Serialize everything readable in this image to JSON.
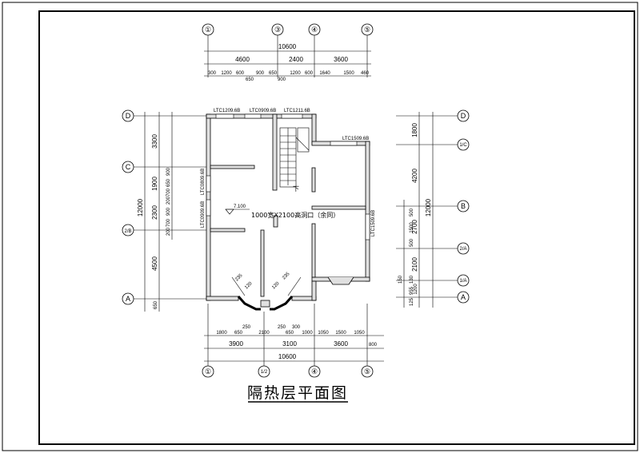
{
  "drawing": {
    "title": "隔热层平面图",
    "center_note": "1000宽X2100高洞口（余同）",
    "elevation": "7.100",
    "stair_label": "下"
  },
  "axes": {
    "top": [
      "①",
      "③",
      "④",
      "⑤"
    ],
    "bottom": [
      "①",
      "1/2",
      "④",
      "⑤"
    ],
    "left": [
      "D",
      "C",
      "2/B",
      "A"
    ],
    "right": [
      "D",
      "1/C",
      "B",
      "2/A",
      "1/A",
      "A"
    ]
  },
  "dims": {
    "top_total": "10600",
    "top_mid": [
      "4600",
      "2400",
      "3600"
    ],
    "top_detail": [
      "300",
      "1200",
      "600",
      "650",
      "900",
      "650",
      "900",
      "1200",
      "600",
      "1640",
      "1500",
      "460"
    ],
    "bottom_detail": [
      "1800",
      "650",
      "250",
      "2100",
      "250",
      "650",
      "300",
      "1000",
      "1050",
      "1500",
      "1050"
    ],
    "bottom_mid": [
      "3900",
      "3100",
      "3600",
      "800"
    ],
    "bottom_total": "10600",
    "left_total": "12000",
    "left_main": [
      "3300",
      "1900",
      "2300",
      "4500",
      "650"
    ],
    "left_detail": [
      "900",
      "650",
      "700",
      "200",
      "900",
      "700",
      "200"
    ],
    "right_total": "12000",
    "right_main": [
      "1800",
      "4200",
      "2700",
      "2100",
      "1200"
    ],
    "right_detail": [
      "500",
      "1500",
      "500",
      "150",
      "130",
      "955",
      "125"
    ],
    "bay": [
      "235",
      "235",
      "120",
      "120"
    ]
  },
  "windows": [
    "LTC1209.6B",
    "LTC0909.6B",
    "LTC1211.6B",
    "LTC1509.6B",
    "LTC0809.6B",
    "LTC0909.6B",
    "LTC1509.6B"
  ]
}
